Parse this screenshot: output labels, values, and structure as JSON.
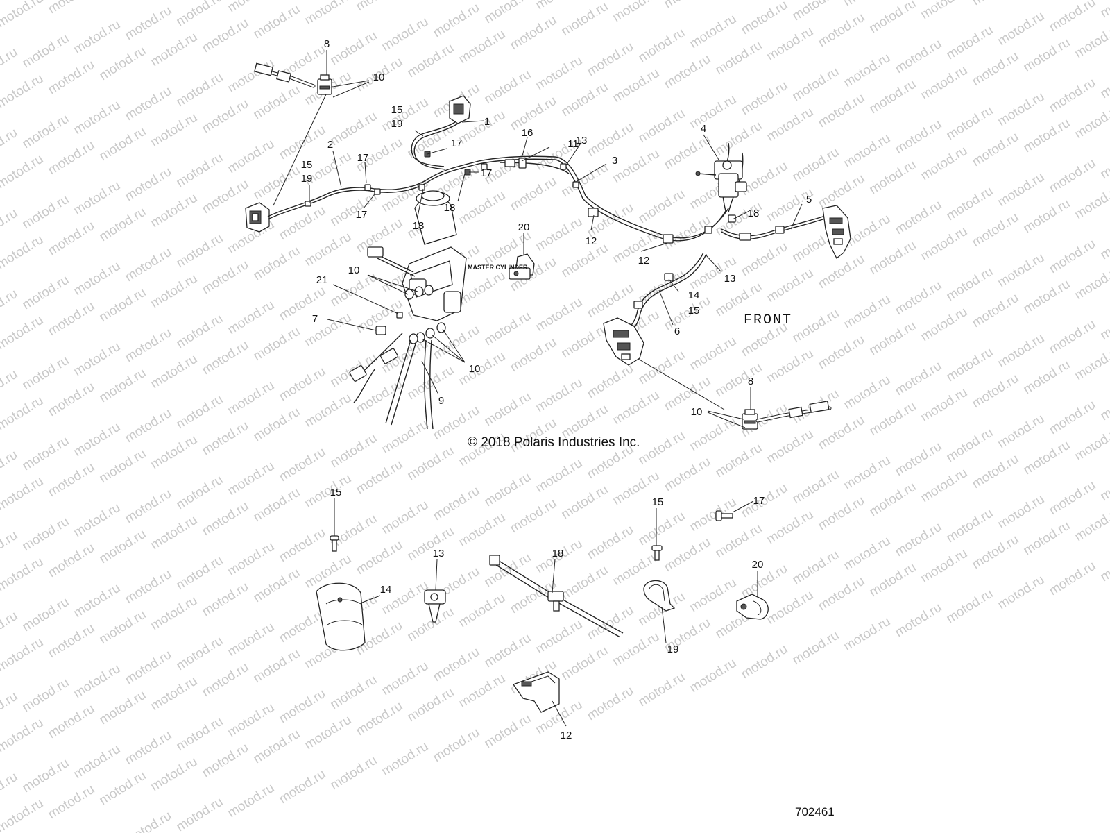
{
  "watermark": "motod.ru",
  "copyright": "© 2018 Polaris Industries Inc.",
  "front_label": "FRONT",
  "master_cylinder_label": "MASTER CYLINDER",
  "diagram_number": "702461",
  "callouts": [
    {
      "id": "c8a",
      "text": "8"
    },
    {
      "id": "c10a",
      "text": "10"
    },
    {
      "id": "c15a",
      "text": "15"
    },
    {
      "id": "c19a",
      "text": "19"
    },
    {
      "id": "c1",
      "text": "1"
    },
    {
      "id": "c17a",
      "text": "17"
    },
    {
      "id": "c16",
      "text": "16"
    },
    {
      "id": "c11",
      "text": "11"
    },
    {
      "id": "c13a",
      "text": "13"
    },
    {
      "id": "c3",
      "text": "3"
    },
    {
      "id": "c4",
      "text": "4"
    },
    {
      "id": "c2",
      "text": "2"
    },
    {
      "id": "c15b",
      "text": "15"
    },
    {
      "id": "c19b",
      "text": "19"
    },
    {
      "id": "c17b",
      "text": "17"
    },
    {
      "id": "c17c",
      "text": "17"
    },
    {
      "id": "c17d",
      "text": "17"
    },
    {
      "id": "c18a",
      "text": "18"
    },
    {
      "id": "c13b",
      "text": "13"
    },
    {
      "id": "c12a",
      "text": "12"
    },
    {
      "id": "c18b",
      "text": "18"
    },
    {
      "id": "c5",
      "text": "5"
    },
    {
      "id": "c20a",
      "text": "20"
    },
    {
      "id": "c12b",
      "text": "12"
    },
    {
      "id": "c13c",
      "text": "13"
    },
    {
      "id": "c10b",
      "text": "10"
    },
    {
      "id": "c21",
      "text": "21"
    },
    {
      "id": "c14a",
      "text": "14"
    },
    {
      "id": "c15c",
      "text": "15"
    },
    {
      "id": "c7",
      "text": "7"
    },
    {
      "id": "c6",
      "text": "6"
    },
    {
      "id": "c10c",
      "text": "10"
    },
    {
      "id": "c9",
      "text": "9"
    },
    {
      "id": "c8b",
      "text": "8"
    },
    {
      "id": "c10d",
      "text": "10"
    },
    {
      "id": "c15d",
      "text": "15"
    },
    {
      "id": "c15e",
      "text": "15"
    },
    {
      "id": "c17e",
      "text": "17"
    },
    {
      "id": "c13d",
      "text": "13"
    },
    {
      "id": "c18c",
      "text": "18"
    },
    {
      "id": "c20b",
      "text": "20"
    },
    {
      "id": "c14b",
      "text": "14"
    },
    {
      "id": "c19c",
      "text": "19"
    },
    {
      "id": "c12c",
      "text": "12"
    }
  ]
}
